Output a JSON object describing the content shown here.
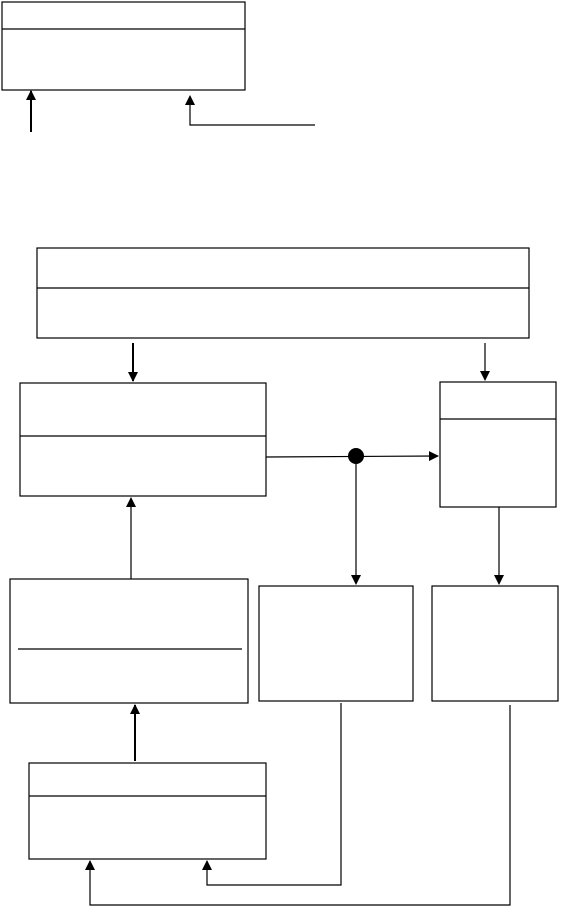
{
  "diagram": {
    "type": "block-flow-diagram",
    "colors": {
      "stroke": "#000000",
      "background": "#ffffff",
      "junction": "#000000"
    },
    "boxes": [
      {
        "id": "box-top-left",
        "compartments": 2,
        "text": []
      },
      {
        "id": "box-wide",
        "compartments": 2,
        "text": []
      },
      {
        "id": "box-mid-left",
        "compartments": 2,
        "text": []
      },
      {
        "id": "box-mid-right",
        "compartments": 2,
        "text": []
      },
      {
        "id": "box-lower-left",
        "compartments": 2,
        "text": []
      },
      {
        "id": "box-lower-center",
        "compartments": 1,
        "text": []
      },
      {
        "id": "box-lower-right",
        "compartments": 1,
        "text": []
      },
      {
        "id": "box-bottom-left",
        "compartments": 2,
        "text": []
      }
    ],
    "connections": [
      {
        "from": "external",
        "to": "box-top-left"
      },
      {
        "from": "external",
        "to": "box-top-left"
      },
      {
        "from": "box-wide",
        "to": "box-mid-left"
      },
      {
        "from": "box-wide",
        "to": "box-mid-right"
      },
      {
        "from": "box-mid-left",
        "to": "box-mid-right",
        "via": "junction"
      },
      {
        "from": "junction",
        "to": "box-lower-center"
      },
      {
        "from": "box-mid-right",
        "to": "box-lower-right"
      },
      {
        "from": "box-lower-left",
        "to": "box-mid-left"
      },
      {
        "from": "box-bottom-left",
        "to": "box-lower-left"
      },
      {
        "from": "box-lower-center",
        "to": "box-bottom-left"
      },
      {
        "from": "box-lower-right",
        "to": "box-bottom-left"
      }
    ]
  }
}
